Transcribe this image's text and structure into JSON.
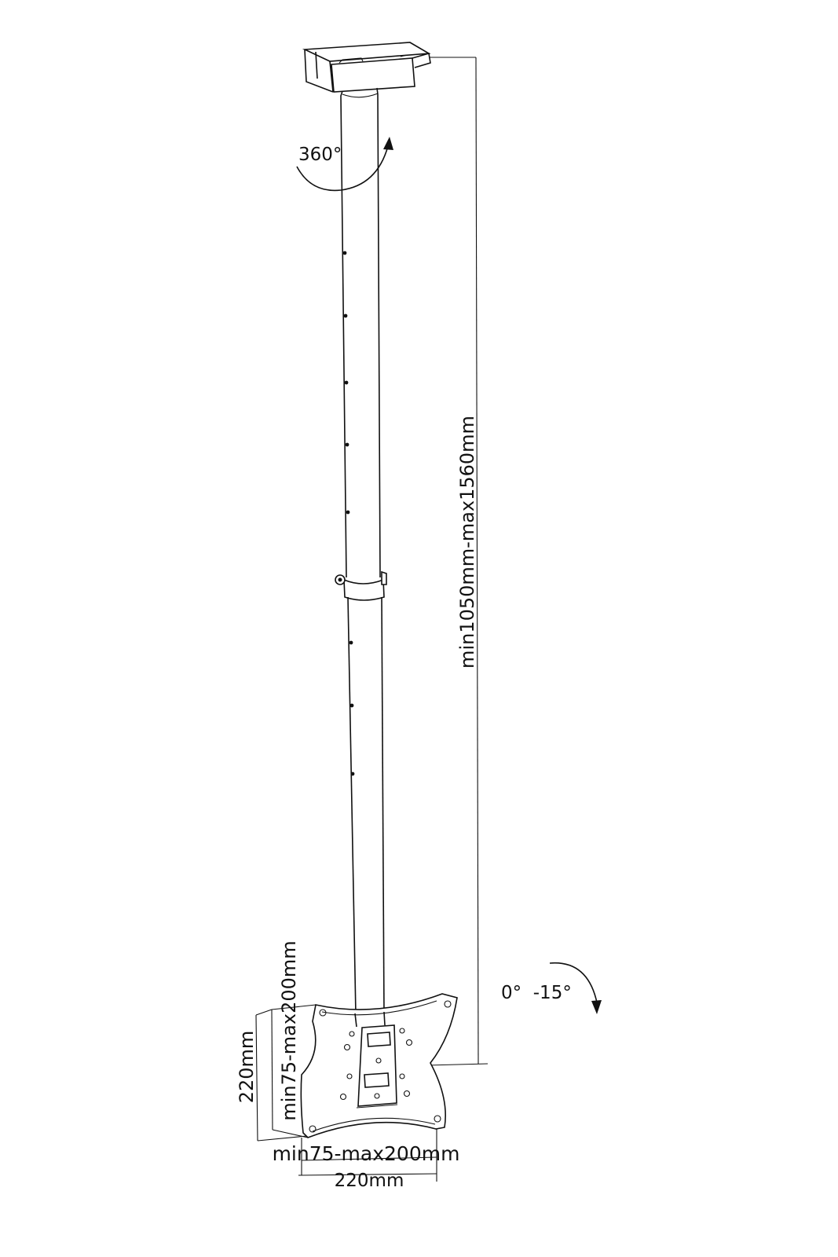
{
  "labels": {
    "rotation": "360°",
    "height_range": "min1050mm-max1560mm",
    "tilt_range": "0°  -15°",
    "vesa_vertical": "min75-max200mm",
    "plate_height": "220mm",
    "vesa_horizontal": "min75-max200mm",
    "plate_width": "220mm"
  },
  "icons": {
    "rotation_arrow": "curved-arrow-icon",
    "tilt_arrow": "curved-arrow-icon"
  },
  "colors": {
    "line": "#111111",
    "background": "#ffffff"
  }
}
